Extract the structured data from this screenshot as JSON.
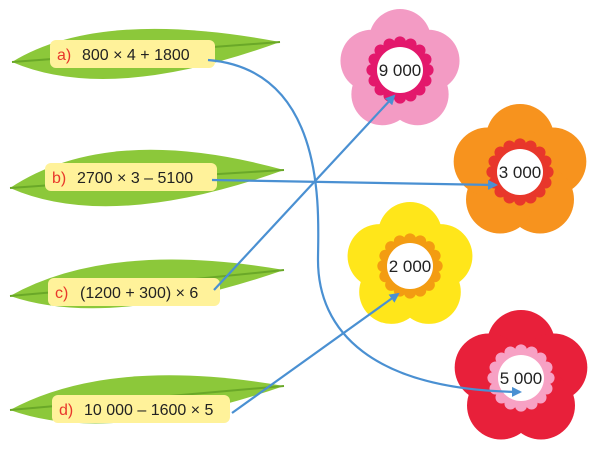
{
  "expressions": [
    {
      "letter": "a)",
      "text": "800 × 4 + 1800"
    },
    {
      "letter": "b)",
      "text": "2700 × 3 – 5100"
    },
    {
      "letter": "c)",
      "text": "(1200 + 300) × 6"
    },
    {
      "letter": "d)",
      "text": "10 000 – 1600 × 5"
    }
  ],
  "flowers": [
    {
      "value": "9 000",
      "theme": "pink"
    },
    {
      "value": "3 000",
      "theme": "orange"
    },
    {
      "value": "2 000",
      "theme": "yellow"
    },
    {
      "value": "5 000",
      "theme": "red"
    }
  ],
  "matches": [
    {
      "expression": "a)",
      "value": "5 000"
    },
    {
      "expression": "b)",
      "value": "3 000"
    },
    {
      "expression": "c)",
      "value": "9 000"
    },
    {
      "expression": "d)",
      "value": "2 000"
    }
  ],
  "colors": {
    "leaf": "#8cc83a",
    "leaf_dark": "#6aa828",
    "label_box": "#fff29a",
    "letter": "#e8372b",
    "arrow": "#4a90d2"
  }
}
